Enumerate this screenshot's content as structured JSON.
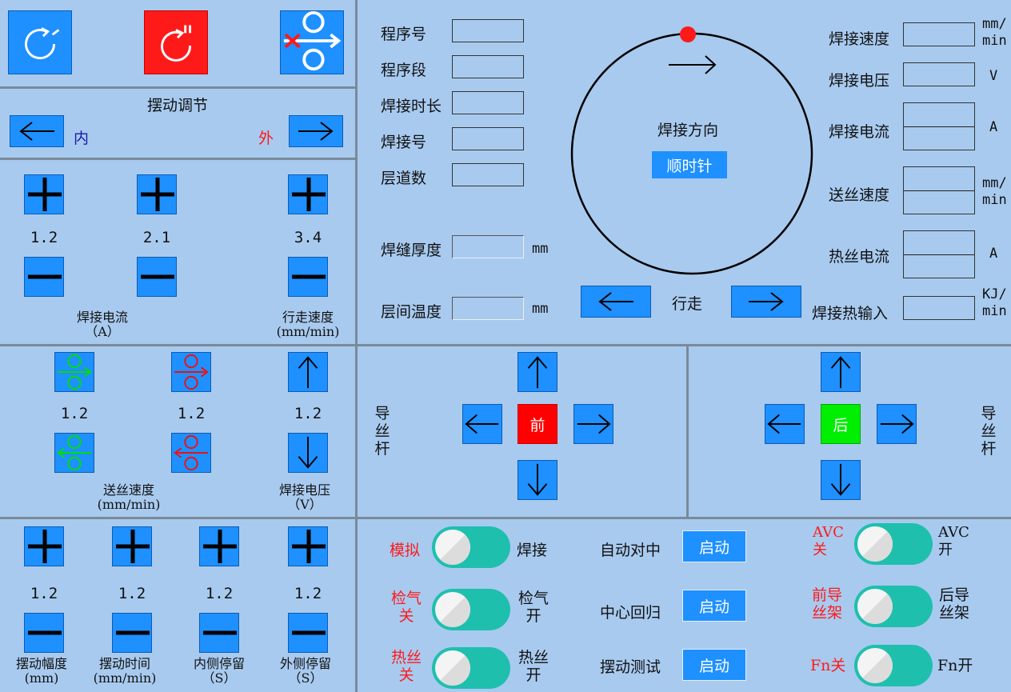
{
  "top_icons": {
    "reset": "reset-icon",
    "stop": "stop-icon",
    "wire_disable": "wire-feed-disable-icon"
  },
  "swing": {
    "title": "摆动调节",
    "inner": "内",
    "outer": "外"
  },
  "current_panel": {
    "v1": "1.2",
    "v2": "2.1",
    "v3": "3.4",
    "label1": "焊接电流",
    "unit1": "（A）",
    "label2": "行走速度",
    "unit2": "(mm/min)"
  },
  "wire_panel": {
    "v1": "1.2",
    "v2": "1.2",
    "v3": "1.2",
    "label1": "送丝速度",
    "unit1": "(mm/min)",
    "label2": "焊接电压",
    "unit2": "（V）"
  },
  "swing_params": {
    "v1": "1.2",
    "v2": "1.2",
    "v3": "1.2",
    "v4": "1.2",
    "l1": "摆动幅度",
    "u1": "(mm)",
    "l2": "摆动时间",
    "u2": "(mm/min)",
    "l3": "内侧停留",
    "u3": "（S）",
    "l4": "外侧停留",
    "u4": "（S）"
  },
  "program": {
    "prog_no": "程序号",
    "prog_seg": "程序段",
    "weld_time": "焊接时长",
    "weld_no": "焊接号",
    "layers": "层道数",
    "seam_thick": "焊缝厚度",
    "interlayer_temp": "层间温度",
    "mm": "mm"
  },
  "circle": {
    "direction_label": "焊接方向",
    "direction_value": "顺时针",
    "travel": "行走"
  },
  "readouts": {
    "speed": "焊接速度",
    "speed_unit_1": "mm/",
    "speed_unit_2": "min",
    "voltage": "焊接电压",
    "voltage_unit": "V",
    "current": "焊接电流",
    "current_unit": "A",
    "wire_speed": "送丝速度",
    "wire_unit_1": "mm/",
    "wire_unit_2": "min",
    "hot_wire": "热丝电流",
    "hot_wire_unit": "A",
    "heat_input": "焊接热输入",
    "heat_unit_1": "KJ/",
    "heat_unit_2": "min"
  },
  "guide": {
    "left_label": [
      "导",
      "丝",
      "杆"
    ],
    "right_label": [
      "导",
      "丝",
      "杆"
    ],
    "front": "前",
    "back": "后"
  },
  "controls": {
    "sim": "模拟",
    "weld": "焊接",
    "gas_off_1": "检气",
    "gas_off_2": "关",
    "gas_on_1": "检气",
    "gas_on_2": "开",
    "hw_off_1": "热丝",
    "hw_off_2": "关",
    "hw_on_1": "热丝",
    "hw_on_2": "开",
    "auto_center": "自动对中",
    "center_return": "中心回归",
    "swing_test": "摆动测试",
    "start": "启动",
    "avc_off_1": "AVC",
    "avc_off_2": "关",
    "avc_on_1": "AVC",
    "avc_on_2": "开",
    "fg_1": "前导",
    "fg_2": "丝架",
    "bg_1": "后导",
    "bg_2": "丝架",
    "fn_off": "Fn关",
    "fn_on": "Fn开"
  },
  "colors": {
    "button_blue": "#1e90ff",
    "stop_red": "#ff1a1a",
    "front_red": "#ff0000",
    "back_green": "#00ee00",
    "toggle_teal": "#1fbfae",
    "background": "#a8caef"
  }
}
